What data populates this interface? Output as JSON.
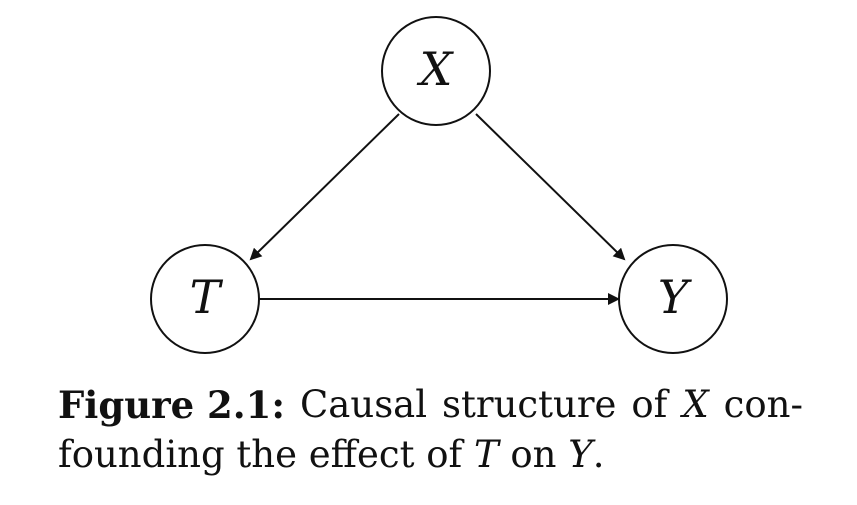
{
  "diagram": {
    "nodes": [
      {
        "id": "X",
        "label": "X"
      },
      {
        "id": "T",
        "label": "T"
      },
      {
        "id": "Y",
        "label": "Y"
      }
    ],
    "edges": [
      {
        "from": "X",
        "to": "T"
      },
      {
        "from": "X",
        "to": "Y"
      },
      {
        "from": "T",
        "to": "Y"
      }
    ]
  },
  "caption": {
    "label": "Figure 2.1:",
    "w1": "Causal",
    "w2": "structure",
    "w3": "of",
    "var_x": "X",
    "w4": "con-",
    "line2_pre": "founding the effect of ",
    "var_t": "T",
    "line2_mid": " on ",
    "var_y": "Y",
    "line2_end": "."
  }
}
